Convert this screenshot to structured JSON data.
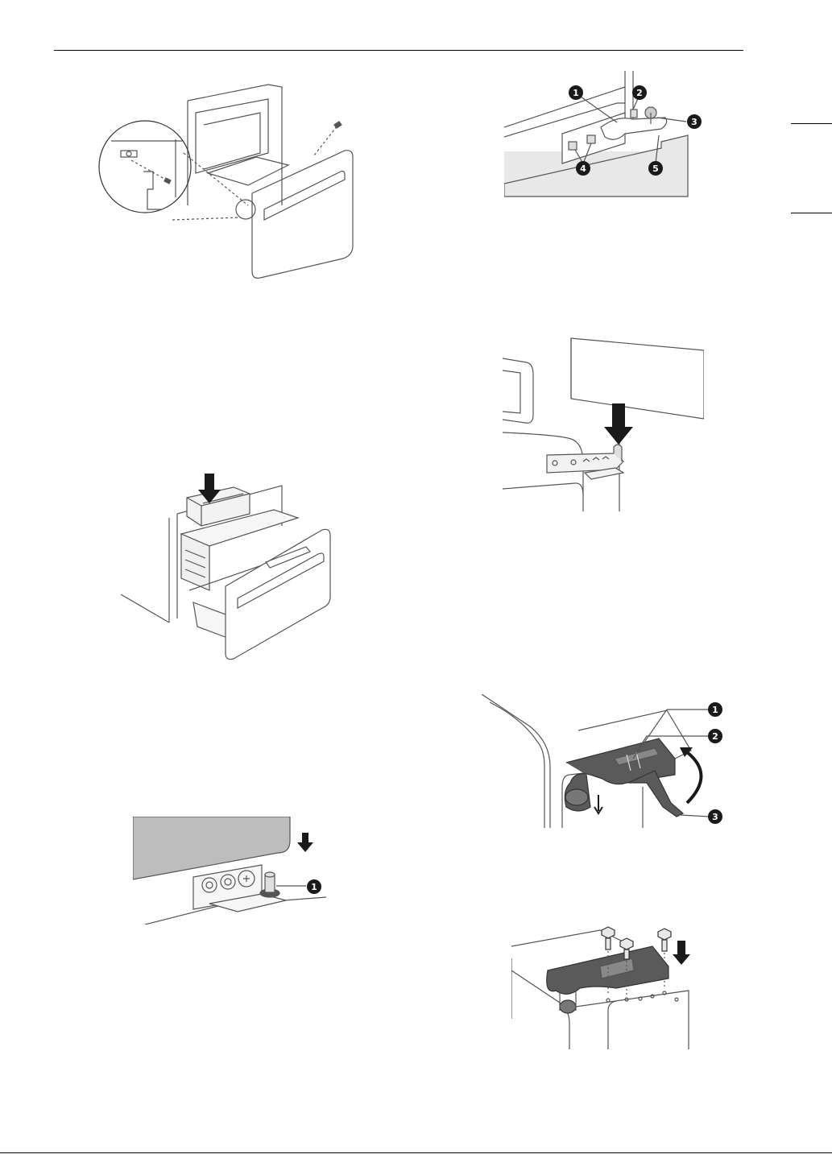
{
  "colors": {
    "ink": "#1a1a1a",
    "line": "#555555",
    "panel_gray": "#bdbdbd",
    "light_gray": "#e8e8e8",
    "hinge_dark": "#5a5a5a"
  },
  "figures": {
    "hinge_parts": {
      "callouts": [
        "1",
        "2",
        "3",
        "4",
        "5"
      ]
    },
    "lower_hinge_pin": {
      "callouts": [
        "1"
      ]
    },
    "hinge_lever": {
      "callouts": [
        "1",
        "2",
        "3"
      ]
    }
  }
}
